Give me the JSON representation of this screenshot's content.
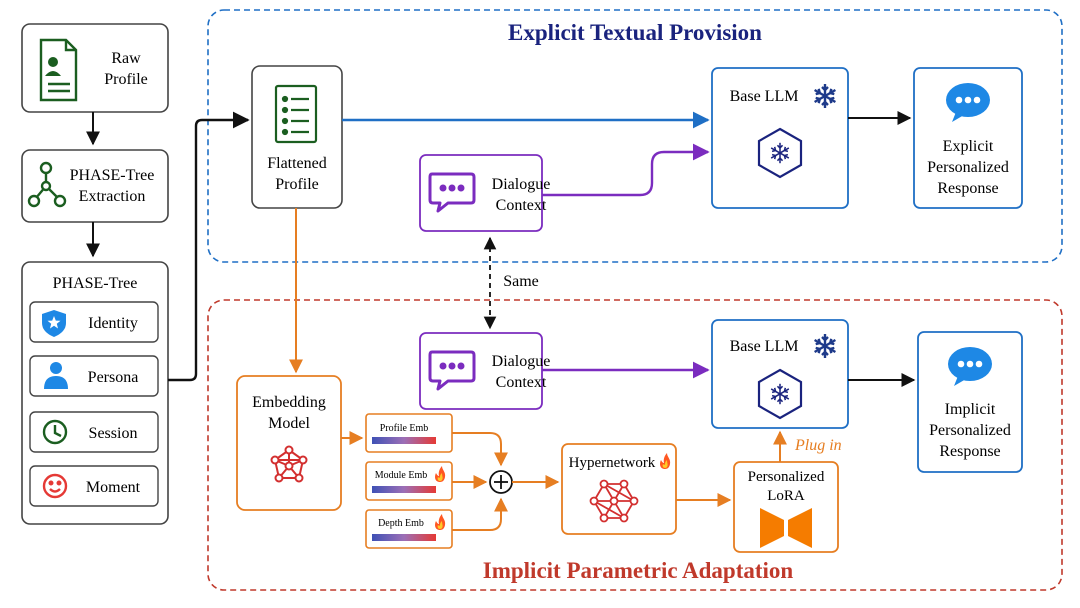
{
  "top_region": {
    "title": "Explicit Textual Provision"
  },
  "bottom_region": {
    "title": "Implicit Parametric Adaptation"
  },
  "left_column": {
    "raw_profile": {
      "line1": "Raw",
      "line2": "Profile"
    },
    "extraction": {
      "line1": "PHASE-Tree",
      "line2": "Extraction"
    },
    "phase_tree": {
      "title": "PHASE-Tree",
      "items": [
        {
          "label": "Identity",
          "icon": "shield-star-icon"
        },
        {
          "label": "Persona",
          "icon": "person-icon"
        },
        {
          "label": "Session",
          "icon": "clock-icon"
        },
        {
          "label": "Moment",
          "icon": "smiley-icon"
        }
      ]
    }
  },
  "flattened_profile": {
    "line1": "Flattened",
    "line2": "Profile"
  },
  "dialogue_context_top": {
    "line1": "Dialogue",
    "line2": "Context"
  },
  "dialogue_context_bottom": {
    "line1": "Dialogue",
    "line2": "Context"
  },
  "same_label": "Same",
  "base_llm_top": {
    "label": "Base LLM"
  },
  "base_llm_bottom": {
    "label": "Base LLM"
  },
  "explicit_response": {
    "line1": "Explicit",
    "line2": "Personalized",
    "line3": "Response"
  },
  "implicit_response": {
    "line1": "Implicit",
    "line2": "Personalized",
    "line3": "Response"
  },
  "embedding_model": {
    "line1": "Embedding",
    "line2": "Model"
  },
  "embeddings": [
    {
      "label": "Profile Emb",
      "trainable": false
    },
    {
      "label": "Module Emb",
      "trainable": true
    },
    {
      "label": "Depth Emb",
      "trainable": true
    }
  ],
  "hypernetwork": {
    "label": "Hypernetwork",
    "trainable": true
  },
  "personalized_lora": {
    "line1": "Personalized",
    "line2": "LoRA"
  },
  "plug_in_label": "Plug in",
  "colors": {
    "blue": "#1f6fc5",
    "navy": "#1a237e",
    "red": "#c0392b",
    "orange": "#e67e22",
    "purple": "#7b2cbf",
    "green": "#1b5e20",
    "gray_border": "#444444",
    "icon_blue": "#1e88e5",
    "flame": "#ff5722"
  }
}
